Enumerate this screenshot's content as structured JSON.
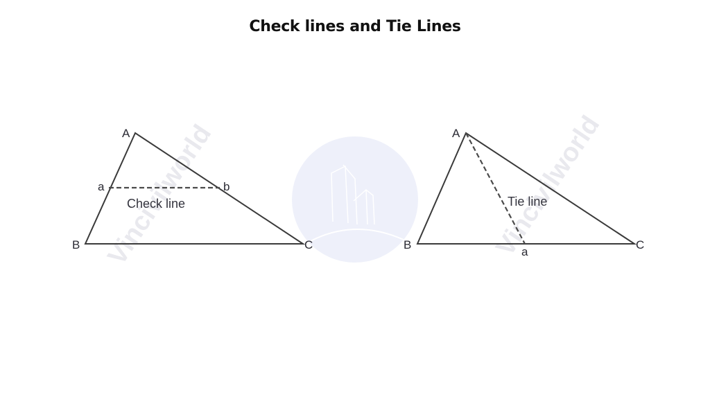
{
  "title": "Check lines and Tie Lines",
  "colors": {
    "line": "#3a3a3a",
    "dashed": "#4a4a4a",
    "watermark_text": "#e9e9ee",
    "watermark_circle": "#eef0fa"
  },
  "watermark": {
    "text_left": "Vincivilworld",
    "text_right": "Vincivilworld",
    "logo": "building-logo-icon"
  },
  "diagrams": [
    {
      "name": "check-line-diagram",
      "vertices": {
        "A": "A",
        "B": "B",
        "C": "C"
      },
      "points": {
        "a": "a",
        "b": "b"
      },
      "line_label": "Check line"
    },
    {
      "name": "tie-line-diagram",
      "vertices": {
        "A": "A",
        "B": "B",
        "C": "C"
      },
      "points": {
        "a": "a"
      },
      "line_label": "Tie line"
    }
  ]
}
